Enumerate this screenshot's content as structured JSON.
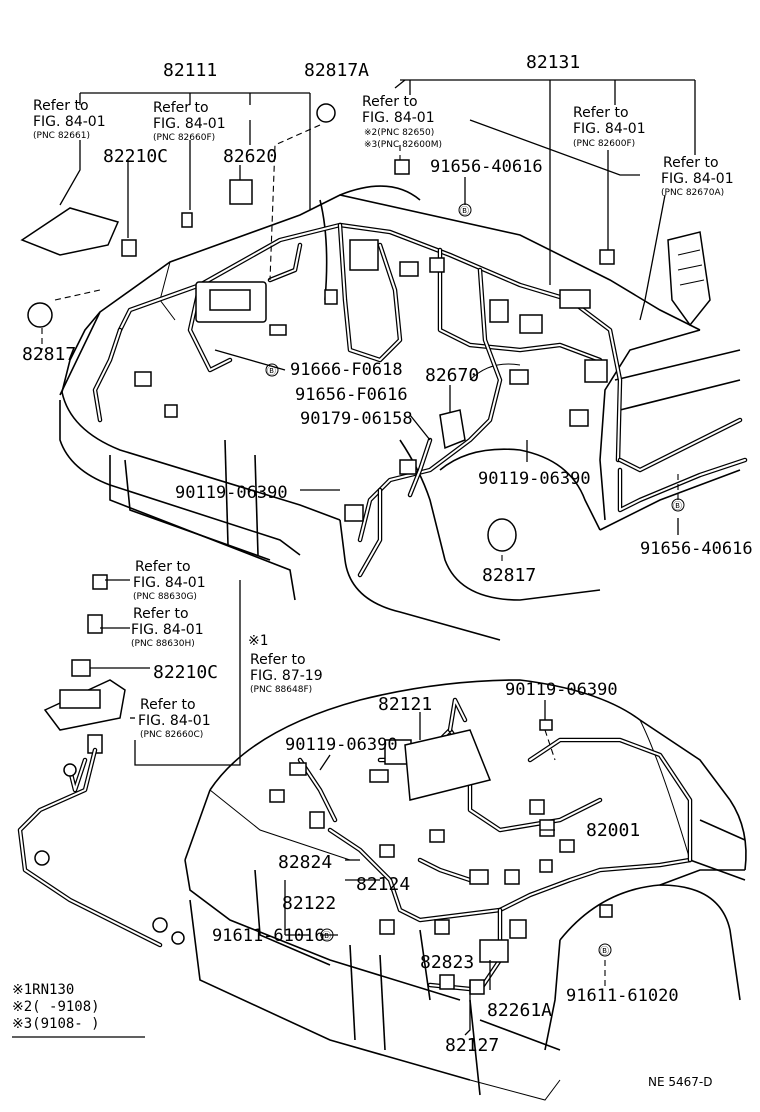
{
  "parts": {
    "p82111": "82111",
    "p82817a": "82817A",
    "p82131": "82131",
    "p82210c_top": "82210C",
    "p82620": "82620",
    "p91656_40616_top": "91656-40616",
    "p82817_left": "82817",
    "p91666_f0618": "91666-F0618",
    "p82670": "82670",
    "p91656_f0616": "91656-F0616",
    "p90179_06158": "90179-06158",
    "p90119_06390_mid_left": "90119-06390",
    "p90119_06390_mid_right": "90119-06390",
    "p82817_right": "82817",
    "p91656_40616_right": "91656-40616",
    "p82210c_mid": "82210C",
    "p82121": "82121",
    "p90119_06390_low_right": "90119-06390",
    "p90119_06390_low_left": "90119-06390",
    "p82001": "82001",
    "p82824": "82824",
    "p82124": "82124",
    "p82122": "82122",
    "p91611_61016": "91611-61016",
    "p82823": "82823",
    "p91611_61020": "91611-61020",
    "p82261a": "82261A",
    "p82127": "82127"
  },
  "refs": {
    "r1": {
      "refer": "Refer to",
      "fig": "FIG. 84-01",
      "pnc": "(PNC 82661)"
    },
    "r2": {
      "refer": "Refer to",
      "fig": "FIG. 84-01",
      "pnc": "(PNC 82660F)"
    },
    "r3": {
      "refer": "Refer to",
      "fig": "FIG. 84-01",
      "pnc2": "※2(PNC 82650)",
      "pnc3": "※3(PNC 82600M)"
    },
    "r4": {
      "refer": "Refer to",
      "fig": "FIG. 84-01",
      "pnc": "(PNC 82600F)"
    },
    "r5": {
      "refer": "Refer to",
      "fig": "FIG. 84-01",
      "pnc": "(PNC 82670A)"
    },
    "r6": {
      "refer": "Refer to",
      "fig": "FIG. 84-01",
      "pnc": "(PNC 88630G)"
    },
    "r7": {
      "refer": "Refer to",
      "fig": "FIG. 84-01",
      "pnc": "(PNC 88630H)"
    },
    "r8": {
      "mark": "※1",
      "refer": "Refer to",
      "fig": "FIG. 87-19",
      "pnc": "(PNC 88648F)"
    },
    "r9": {
      "refer": "Refer to",
      "fig": "FIG. 84-01",
      "pnc": "(PNC 82660C)"
    }
  },
  "marks": {
    "b": "Ⓑ"
  },
  "notes": {
    "n1": "※1RN130",
    "n2": "※2(    -9108)",
    "n3": "※3(9108-     )"
  },
  "footer": {
    "code": "NE 5467-D"
  }
}
